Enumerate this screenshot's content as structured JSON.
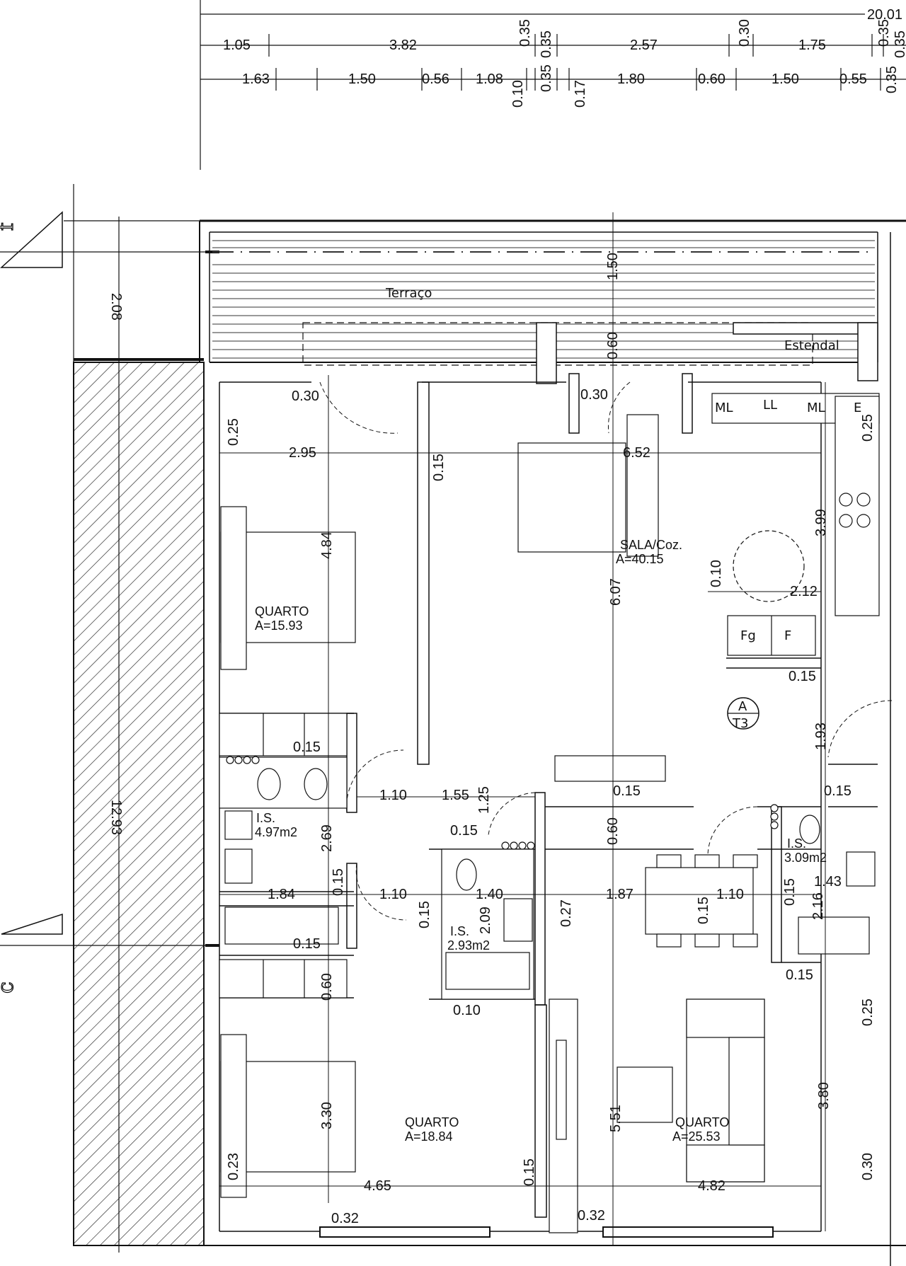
{
  "top_dims": {
    "total": "20.01",
    "row1": [
      "1.05",
      "3.82",
      "0.35",
      "0.35",
      "2.57",
      "0.30",
      "1.75",
      "0.35",
      "0.35"
    ],
    "row2": [
      "1.63",
      "1.50",
      "0.56",
      "1.08",
      "0.10",
      "0.35",
      "0.17",
      "1.80",
      "0.60",
      "1.50",
      "0.55",
      "0.35"
    ]
  },
  "axes": {
    "f": "f",
    "c": "c"
  },
  "rooms": {
    "terrace": "Terraço",
    "clothesline": "Estendal",
    "living": {
      "name": "SALA/Coz.",
      "area": "A=40.15"
    },
    "bed1": {
      "name": "QUARTO",
      "area": "A=15.93"
    },
    "bed2": {
      "name": "QUARTO",
      "area": "A=18.84"
    },
    "bed3": {
      "name": "QUARTO",
      "area": "A=25.53"
    },
    "bath1": {
      "name": "I.S.",
      "area": "4.97m2"
    },
    "bath2": {
      "name": "I.S.",
      "area": "2.93m2"
    },
    "bath3": {
      "name": "I.S.",
      "area": "3.09m2"
    }
  },
  "appliances": {
    "ml1": "ML",
    "ll": "LL",
    "ml2": "ML",
    "e": "E",
    "fg": "Fg",
    "f": "F"
  },
  "section_marker": {
    "top": "A",
    "bottom": "T3"
  },
  "dims": {
    "left_208": "2.08",
    "left_1293": "12.93",
    "terrace_150": "1.50",
    "terrace_060": "0.60",
    "d030a": "0.30",
    "d030b": "0.30",
    "d025a": "0.25",
    "d295": "2.95",
    "d015a": "0.15",
    "d652": "6.52",
    "d025b": "0.25",
    "d484": "4.84",
    "d399": "3.99",
    "d010": "0.10",
    "d212": "2.12",
    "d607": "6.07",
    "d015b": "0.15",
    "d193": "1.93",
    "d015c": "0.15",
    "d110a": "1.10",
    "d155": "1.55",
    "d125": "1.25",
    "d015d": "0.15",
    "d015e": "0.15",
    "d015f": "0.15",
    "d269": "2.69",
    "d060a": "0.60",
    "d184": "1.84",
    "d015g": "0.15",
    "d110b": "1.10",
    "d015h": "0.15",
    "d140": "1.40",
    "d027": "0.27",
    "d187": "1.87",
    "d015i": "0.15",
    "d110c": "1.10",
    "d015j": "0.15",
    "d143": "1.43",
    "d216": "2.16",
    "d015k": "0.15",
    "d209": "2.09",
    "d015l": "0.15",
    "d060b": "0.60",
    "d010b": "0.10",
    "d015m": "0.15",
    "d025c": "0.25",
    "d551": "5.51",
    "d380": "3.80",
    "d330": "3.30",
    "d023": "0.23",
    "d465": "4.65",
    "d015n": "0.15",
    "d482": "4.82",
    "d030c": "0.30",
    "d032a": "0.32",
    "d032b": "0.32"
  }
}
